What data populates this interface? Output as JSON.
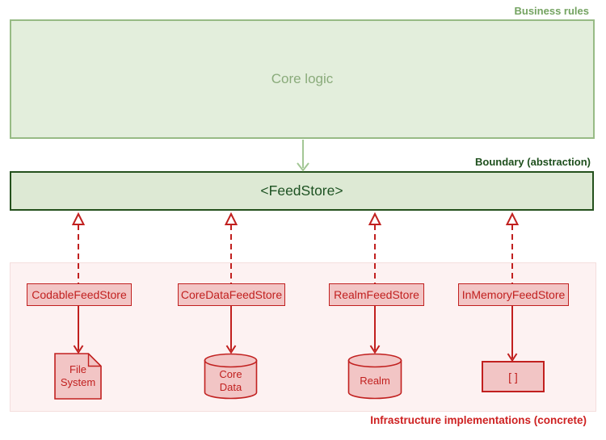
{
  "diagram": {
    "title_labels": {
      "business_rules": "Business rules",
      "boundary": "Boundary (abstraction)",
      "infrastructure": "Infrastructure implementations (concrete)"
    },
    "core_logic": {
      "label": "Core logic"
    },
    "feed_store": {
      "label": "<FeedStore>"
    },
    "implementations": [
      {
        "name": "CodableFeedStore",
        "icon": "document-icon",
        "target": {
          "lines": [
            "File",
            "System"
          ]
        }
      },
      {
        "name": "CoreDataFeedStore",
        "icon": "database-icon",
        "target": {
          "lines": [
            "Core",
            "Data"
          ]
        }
      },
      {
        "name": "RealmFeedStore",
        "icon": "database-icon",
        "target": {
          "lines": [
            "Realm"
          ]
        }
      },
      {
        "name": "InMemoryFeedStore",
        "icon": "array-icon",
        "target": {
          "lines": [
            "[ ]"
          ]
        }
      }
    ],
    "colors": {
      "green_border": "#97bb85",
      "green_fill": "#e3eedc",
      "green_text": "#8aab7b",
      "green_label": "#74a361",
      "green_arrow": "#a3c795",
      "dark_green": "#1e4f1d",
      "feedstore_fill": "#dde9d4",
      "red": "#c1201f",
      "pink_fill": "#f2c5c5",
      "infra_region_fill": "#fdf2f2",
      "infra_label": "#ce2121"
    }
  }
}
